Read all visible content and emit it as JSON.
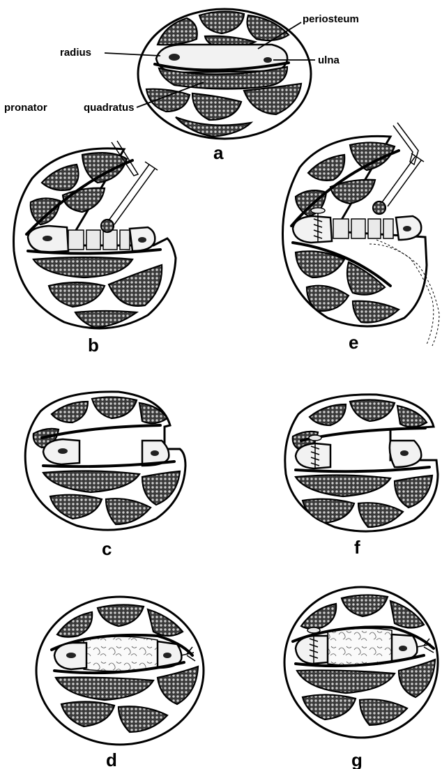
{
  "figure": {
    "annotations": {
      "radius": "radius",
      "ulna": "ulna",
      "periosteum": "periosteum",
      "pronator": "pronator",
      "quadratus": "quadratus"
    },
    "panels": [
      "a",
      "b",
      "c",
      "d",
      "e",
      "f",
      "g"
    ]
  }
}
